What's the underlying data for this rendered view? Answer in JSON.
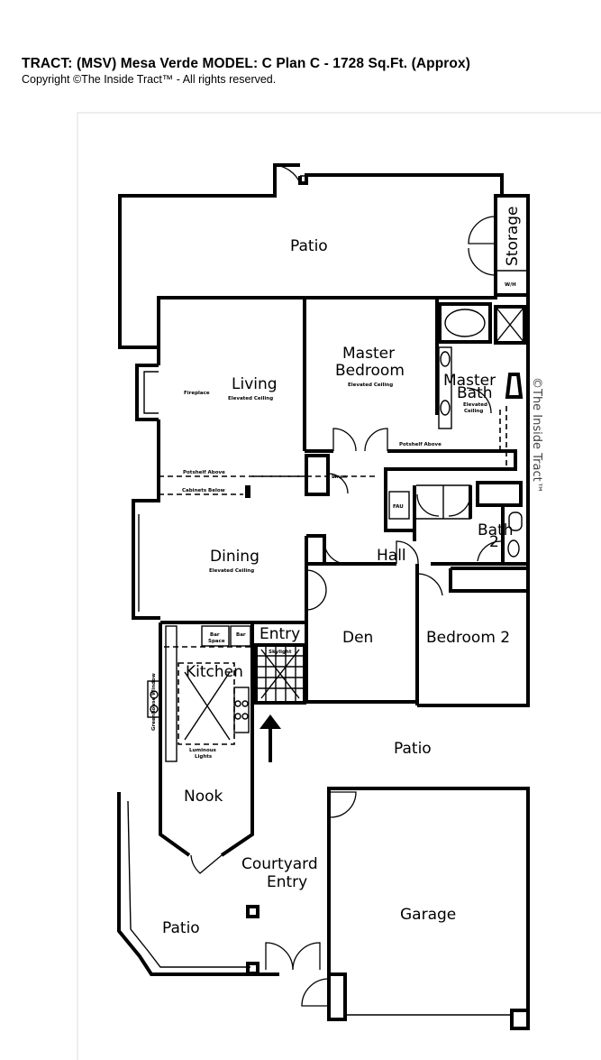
{
  "header": {
    "title": "TRACT: (MSV) Mesa Verde   MODEL: C Plan C  -  1728 Sq.Ft. (Approx)",
    "copyright": "Copyright  ©The Inside Tract™ - All rights reserved."
  },
  "rooms": {
    "patio_top": "Patio",
    "storage": "Storage",
    "wh": "W/H",
    "living": "Living",
    "master_bedroom_1": "Master",
    "master_bedroom_2": "Bedroom",
    "master_bath_1": "Master",
    "master_bath_2": "Bath",
    "dining": "Dining",
    "hall": "Hall",
    "bath2_1": "Bath",
    "bath2_2": "2",
    "entry": "Entry",
    "kitchen": "Kitchen",
    "den": "Den",
    "bedroom2": "Bedroom 2",
    "patio_mid": "Patio",
    "nook": "Nook",
    "courtyard_1": "Courtyard",
    "courtyard_2": "Entry",
    "garage": "Garage",
    "patio_bottom": "Patio"
  },
  "notes": {
    "living_ceiling": "Elevated Ceiling",
    "fireplace": "Fireplace",
    "master_ceiling": "Elevated Ceiling",
    "bath_ceiling_1": "Elevated",
    "bath_ceiling_2": "Ceiling",
    "potshelf_living": "Potshelf Above",
    "cabinets": "Cabinets Below",
    "potshelf_master": "Potshelf Above",
    "linen": "Linen",
    "dining_ceiling": "Elevated Ceiling",
    "fau": "FAU",
    "bar": "Bar",
    "kitchen_bar_1": "Bar",
    "kitchen_bar_2": "Space",
    "entry_skylight": "Skylight",
    "greenhouse": "Greenhouse Window",
    "luminous_1": "Luminous",
    "luminous_2": "Lights"
  },
  "watermark": "©The Inside Tract™",
  "icons": [
    "entrance-arrow-icon",
    "door-swing-icon",
    "bathtub-icon",
    "toilet-icon",
    "sink-icon",
    "shower-icon",
    "range-icon",
    "fireplace-icon",
    "post-icon"
  ]
}
